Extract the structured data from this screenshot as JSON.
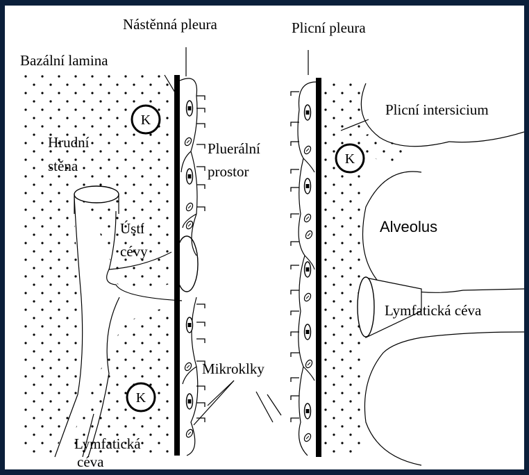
{
  "labels": {
    "parietal_pleura": "Nástěnná pleura",
    "visceral_pleura": "Plicní pleura",
    "basal_lamina": "Bazální lamina",
    "lung_interstitium": "Plicní intersicium",
    "chest_wall_line1": "Hrudní",
    "chest_wall_line2": "stěna",
    "pleural_space_line1": "Pluerální",
    "pleural_space_line2": "prostor",
    "vessel_mouth_line1": "Ústí",
    "vessel_mouth_line2": "cévy",
    "alveolus": "Alveolus",
    "lymph_vessel_right": "Lymfatická céva",
    "microvilli": "Mikroklky",
    "lymph_vessel_left_line1": "Lymfatická",
    "lymph_vessel_left_line2": "céva"
  },
  "capillary_marker": "K",
  "colors": {
    "frame_border": "#0b1f3a",
    "background": "#ffffff",
    "ink": "#000000"
  }
}
